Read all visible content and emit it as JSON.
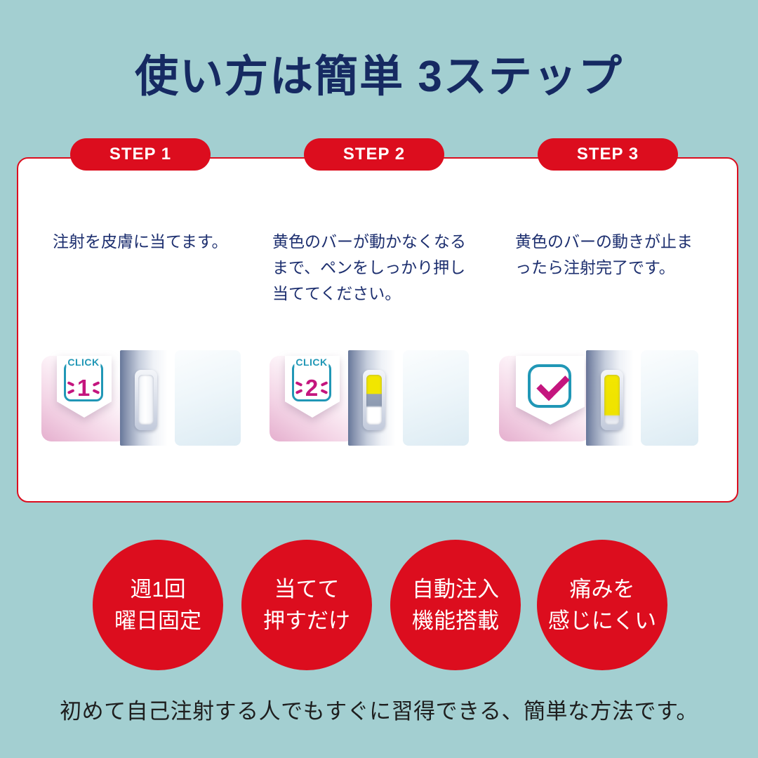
{
  "colors": {
    "background": "#a3cfd1",
    "accent_red": "#dc0d1e",
    "title_navy": "#162a62",
    "body_navy": "#1d2f6f",
    "frame_teal": "#2097b6",
    "click_magenta": "#c4157e",
    "indicator_yellow": "#f2e600"
  },
  "title": "使い方は簡単 3ステップ",
  "steps": [
    {
      "badge": "STEP 1",
      "desc_lines": [
        "注射を皮膚に当てます。"
      ],
      "click_word": "CLICK",
      "click_number": "1",
      "window_state": "empty"
    },
    {
      "badge": "STEP 2",
      "desc_lines": [
        "黄色のバーが動かなくなる",
        "まで、ペンをしっかり押し",
        "当ててください。"
      ],
      "click_word": "CLICK",
      "click_number": "2",
      "window_state": "partial"
    },
    {
      "badge": "STEP 3",
      "desc_lines": [
        "黄色のバーの動きが止ま",
        "ったら注射完了です。"
      ],
      "window_state": "full"
    }
  ],
  "features": [
    {
      "line1": "週1回",
      "line2": "曜日固定"
    },
    {
      "line1": "当てて",
      "line2": "押すだけ"
    },
    {
      "line1": "自動注入",
      "line2": "機能搭載"
    },
    {
      "line1": "痛みを",
      "line2": "感じにくい"
    }
  ],
  "footer": "初めて自己注射する人でもすぐに習得できる、簡単な方法です。"
}
